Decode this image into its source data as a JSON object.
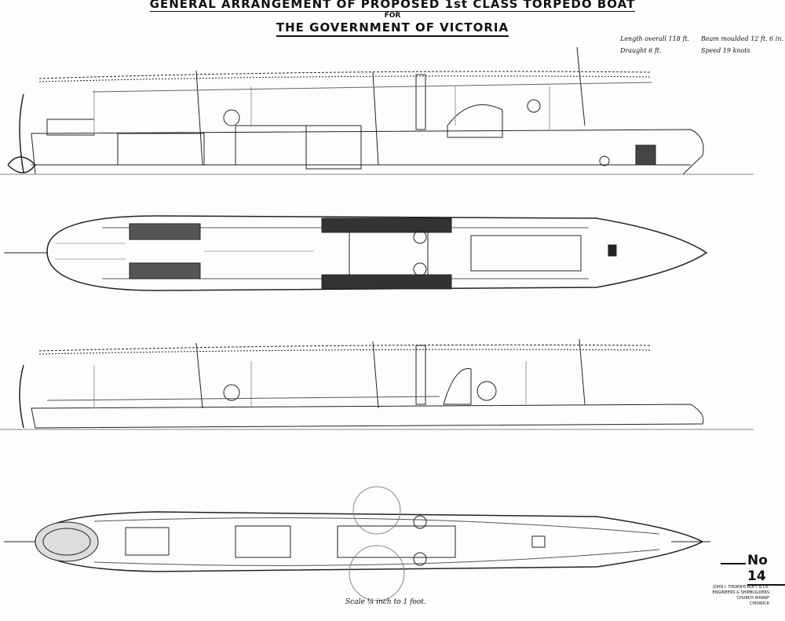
{
  "title": {
    "line1": "GENERAL ARRANGEMENT OF PROPOSED 1st CLASS TORPEDO BOAT",
    "line2": "FOR",
    "line3": "THE GOVERNMENT OF VICTORIA"
  },
  "specs": {
    "length": "Length overall 118 ft.",
    "beam": "Beam moulded 12 ft. 6 in.",
    "draught": "Draught 6 ft.",
    "speed": "Speed 19 knots"
  },
  "drawing_number": "No 14",
  "scale": "Scale ¼ inch to 1 foot.",
  "stamp": [
    "JOHN I. THORNYCROFT & Co.",
    "ENGINEERS & SHIPBUILDERS",
    "CHURCH WHARF",
    "CHISWICK"
  ]
}
